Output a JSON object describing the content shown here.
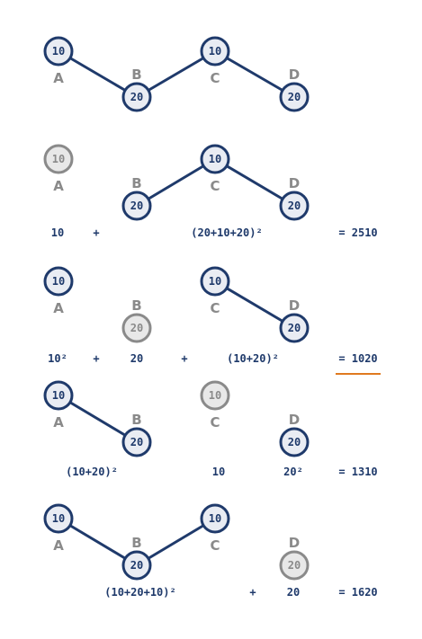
{
  "accent_color": "#e07a1f",
  "node_color": "#1f3a6b",
  "inactive_color": "#8a8a8a",
  "panels": [
    {
      "nodes": [
        {
          "label": "A",
          "value": "10",
          "active": true
        },
        {
          "label": "B",
          "value": "20",
          "active": true
        },
        {
          "label": "C",
          "value": "10",
          "active": true
        },
        {
          "label": "D",
          "value": "20",
          "active": true
        }
      ],
      "edges": [
        [
          "A",
          "B"
        ],
        [
          "B",
          "C"
        ],
        [
          "C",
          "D"
        ]
      ],
      "terms": [],
      "result": ""
    },
    {
      "nodes": [
        {
          "label": "A",
          "value": "10",
          "active": false
        },
        {
          "label": "B",
          "value": "20",
          "active": true
        },
        {
          "label": "C",
          "value": "10",
          "active": true
        },
        {
          "label": "D",
          "value": "20",
          "active": true
        }
      ],
      "edges": [
        [
          "B",
          "C"
        ],
        [
          "C",
          "D"
        ]
      ],
      "terms": [
        "10",
        "+",
        "(20+10+20)²"
      ],
      "result": "= 2510"
    },
    {
      "nodes": [
        {
          "label": "A",
          "value": "10",
          "active": true
        },
        {
          "label": "B",
          "value": "20",
          "active": false
        },
        {
          "label": "C",
          "value": "10",
          "active": true
        },
        {
          "label": "D",
          "value": "20",
          "active": true
        }
      ],
      "edges": [
        [
          "C",
          "D"
        ]
      ],
      "terms": [
        "10²",
        "+",
        "20",
        "+",
        "(10+20)²"
      ],
      "result": "= 1020",
      "highlight": true
    },
    {
      "nodes": [
        {
          "label": "A",
          "value": "10",
          "active": true
        },
        {
          "label": "B",
          "value": "20",
          "active": true
        },
        {
          "label": "C",
          "value": "10",
          "active": false
        },
        {
          "label": "D",
          "value": "20",
          "active": true
        }
      ],
      "edges": [
        [
          "A",
          "B"
        ]
      ],
      "terms": [
        "(10+20)²",
        "10",
        "20²"
      ],
      "result": "= 1310"
    },
    {
      "nodes": [
        {
          "label": "A",
          "value": "10",
          "active": true
        },
        {
          "label": "B",
          "value": "20",
          "active": true
        },
        {
          "label": "C",
          "value": "10",
          "active": true
        },
        {
          "label": "D",
          "value": "20",
          "active": false
        }
      ],
      "edges": [
        [
          "A",
          "B"
        ],
        [
          "B",
          "C"
        ]
      ],
      "terms": [
        "(10+20+10)²",
        "+",
        "20"
      ],
      "result": "= 1620"
    }
  ]
}
